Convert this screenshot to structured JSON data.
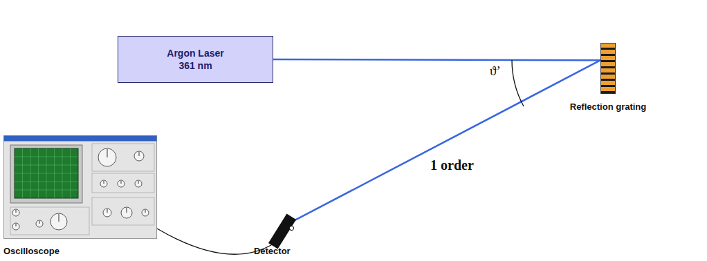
{
  "diagram": {
    "nodes": [
      {
        "text": [
          "Argon Laser",
          "361 nm"
        ]
      },
      {
        "text": [
          "Reflection grating"
        ]
      },
      {
        "text": [
          "Detector"
        ]
      },
      {
        "text": [
          "Oscilloscope"
        ]
      }
    ],
    "edges": [
      {
        "from": 0,
        "to": 1,
        "arrow": "none"
      },
      {
        "from": 1,
        "to": 2,
        "arrow": "none",
        "label": "1 order"
      },
      {
        "from": 2,
        "to": 3,
        "arrow": "none"
      }
    ],
    "labels": [
      "ϑ’"
    ]
  }
}
